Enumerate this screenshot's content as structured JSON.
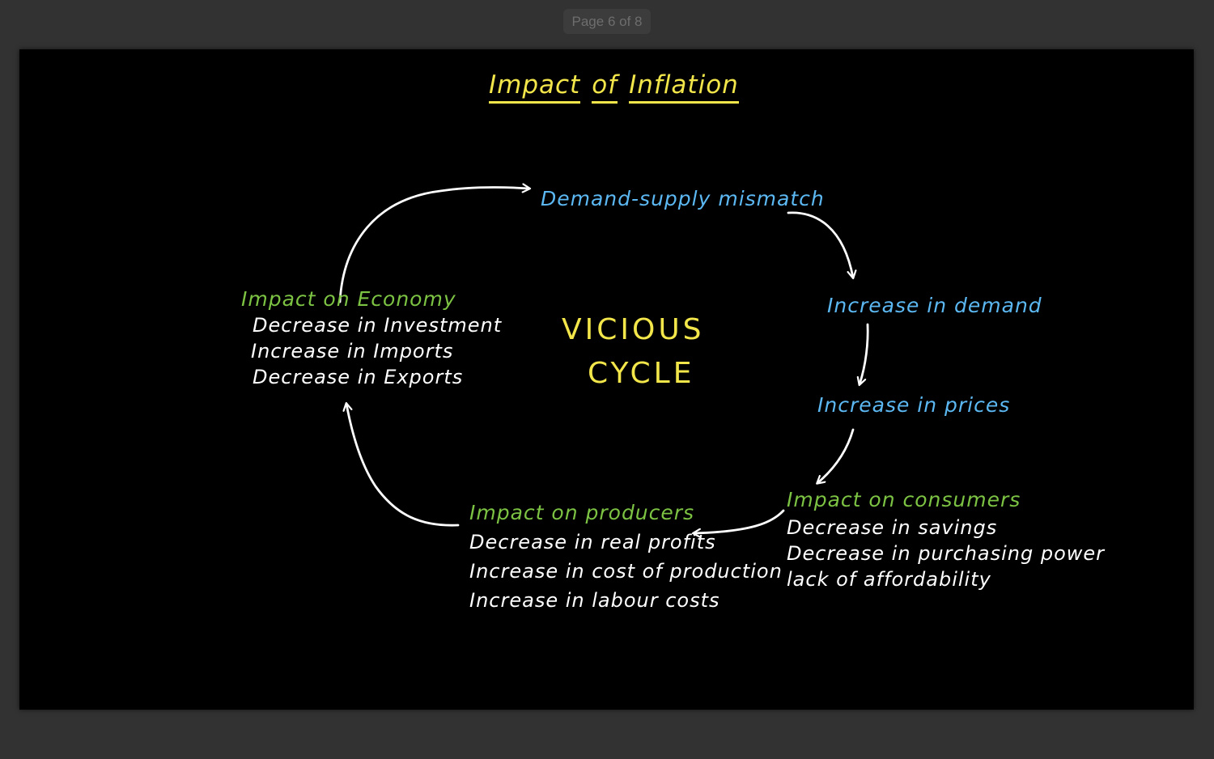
{
  "viewer": {
    "page_indicator": "Page 6 of 8"
  },
  "colors": {
    "title": "#f2e64a",
    "blue": "#5cb8f2",
    "green": "#7cc243",
    "white": "#ffffff",
    "yellow": "#f2e64a"
  },
  "slide": {
    "title_words": [
      "Impact",
      "of",
      "Inflation"
    ],
    "center": {
      "line1": "VICIOUS",
      "line2": "CYCLE"
    },
    "nodes": {
      "demand_supply": "Demand-supply mismatch",
      "increase_demand": "Increase in demand",
      "increase_prices": "Increase in prices",
      "consumers": {
        "title": "Impact on consumers",
        "lines": [
          "Decrease in savings",
          "Decrease in purchasing power",
          "lack of affordability"
        ]
      },
      "producers": {
        "title": "Impact on producers",
        "lines": [
          "Decrease in real profits",
          "Increase in cost of production",
          "Increase in labour costs"
        ]
      },
      "economy": {
        "title": "Impact on Economy",
        "lines": [
          "Decrease in Investment",
          "Increase in Imports",
          "Decrease in Exports"
        ]
      }
    }
  }
}
